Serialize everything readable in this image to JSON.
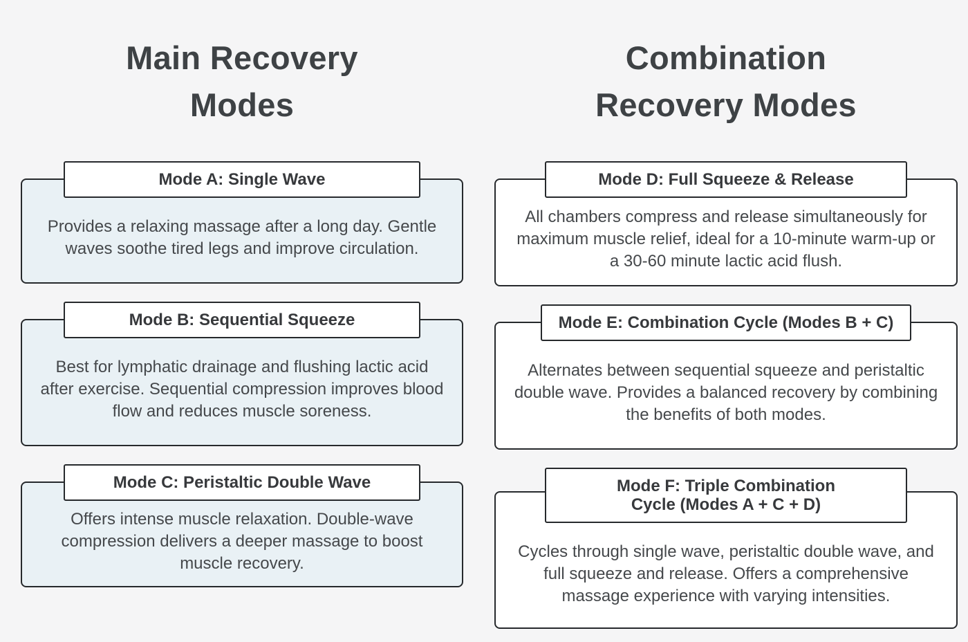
{
  "colors": {
    "page_background": "#f5f5f6",
    "card_border": "#26292c",
    "main_card_body_background": "#e9f1f5",
    "combination_card_body_background": "#ffffff",
    "title_box_background": "#ffffff",
    "heading_text": "#3e4245",
    "title_text": "#37393c",
    "body_text": "#45484b"
  },
  "columns": [
    {
      "heading": "Main Recovery\nModes",
      "cards": [
        {
          "title": "Mode A: Single Wave",
          "description": "Provides a relaxing massage after a long day. Gentle waves soothe tired legs and improve circulation."
        },
        {
          "title": "Mode B: Sequential Squeeze",
          "description": "Best for lymphatic drainage and flushing lactic acid after exercise. Sequential compression improves blood flow and reduces muscle soreness."
        },
        {
          "title": "Mode C: Peristaltic Double Wave",
          "description": "Offers intense muscle relaxation. Double-wave compression delivers a deeper massage to boost muscle recovery."
        }
      ]
    },
    {
      "heading": "Combination\nRecovery Modes",
      "cards": [
        {
          "title": "Mode D: Full Squeeze & Release",
          "description": "All chambers compress and release simultaneously for maximum muscle relief, ideal for a 10-minute warm-up or a 30-60 minute lactic acid flush."
        },
        {
          "title": "Mode E: Combination Cycle (Modes B + C)",
          "description": "Alternates between sequential squeeze and peristaltic double wave. Provides a balanced recovery by combining the benefits of both modes."
        },
        {
          "title": "Mode F: Triple Combination\nCycle (Modes A + C + D)",
          "description": "Cycles through single wave, peristaltic double wave, and full squeeze and release. Offers a comprehensive massage experience with varying intensities."
        }
      ]
    }
  ]
}
